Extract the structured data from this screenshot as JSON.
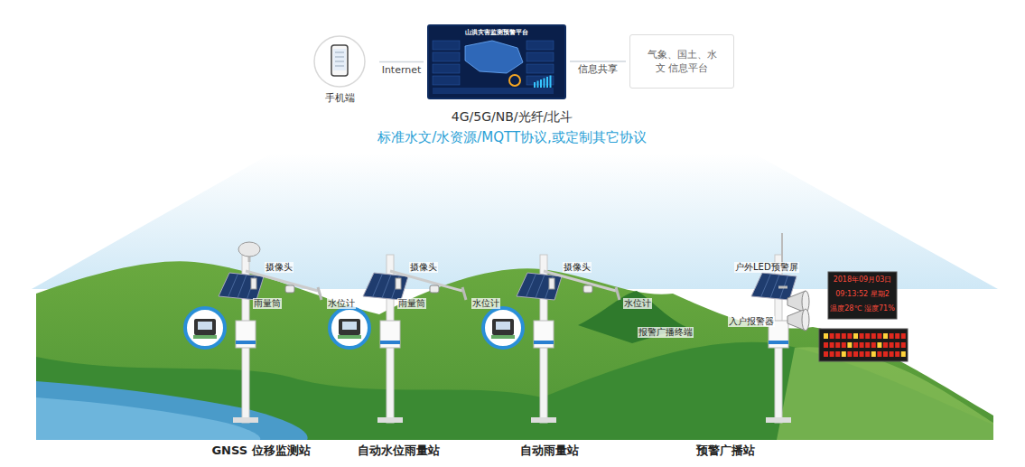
{
  "diagram": {
    "nodes": [
      {
        "text": [
          "手机端"
        ]
      },
      {
        "text": [
          "山洪灾害监测预警平台"
        ]
      },
      {
        "text": [
          "气象、国土、水文 信息平台"
        ]
      }
    ],
    "edges": [
      {
        "from": 0,
        "to": 1,
        "arrow": "none",
        "label": "Internet"
      },
      {
        "from": 1,
        "to": 2,
        "arrow": "none",
        "label": "信息共享"
      }
    ],
    "labels": [
      "4G/5G/NB/光纤/北斗",
      "标准水文/水资源/MQTT协议,或定制其它协议",
      "摄像头",
      "雨量筒",
      "水位计",
      "摄像头",
      "雨量筒",
      "水位计",
      "摄像头",
      "水位计",
      "户外LED预警屏",
      "入户报警器",
      "报警广播终端",
      "2018年09月03日",
      "09:13:52 星期2",
      "温度28℃ 湿度71%",
      "GNSS 位移监测站",
      "自动水位雨量站",
      "自动雨量站",
      "预警广播站"
    ]
  }
}
